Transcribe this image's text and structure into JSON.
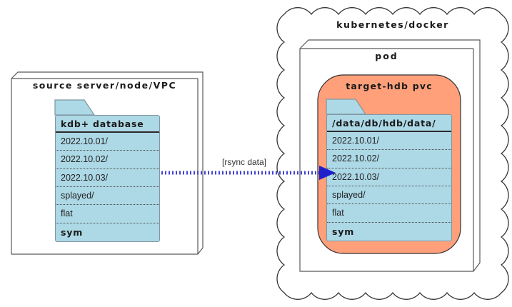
{
  "source_box": {
    "title": "source server/node/VPC",
    "folder": {
      "header": "kdb+ database",
      "rows": [
        "2022.10.01/",
        "2022.10.02/",
        "2022.10.03/",
        "splayed/",
        "flat",
        "sym"
      ]
    }
  },
  "cloud": {
    "title": "kubernetes/docker",
    "pod": {
      "title": "pod",
      "pvc": {
        "title": "target-hdb pvc",
        "folder": {
          "header": "/data/db/hdb/data/",
          "rows": [
            "2022.10.01/",
            "2022.10.02/",
            "2022.10.03/",
            "splayed/",
            "flat",
            "sym"
          ]
        }
      }
    }
  },
  "arrow": {
    "label": "[rsync data]"
  },
  "colors": {
    "folder_fill": "#ADD8E6",
    "folder_stroke": "#7f97a1",
    "pvc_fill": "#FFA07A",
    "shape_stroke": "#595959",
    "cloud_stroke": "#333333",
    "arrow_dash": "#4444d4",
    "arrow_head": "#1f1fcc",
    "text": "#1a1a1a"
  }
}
